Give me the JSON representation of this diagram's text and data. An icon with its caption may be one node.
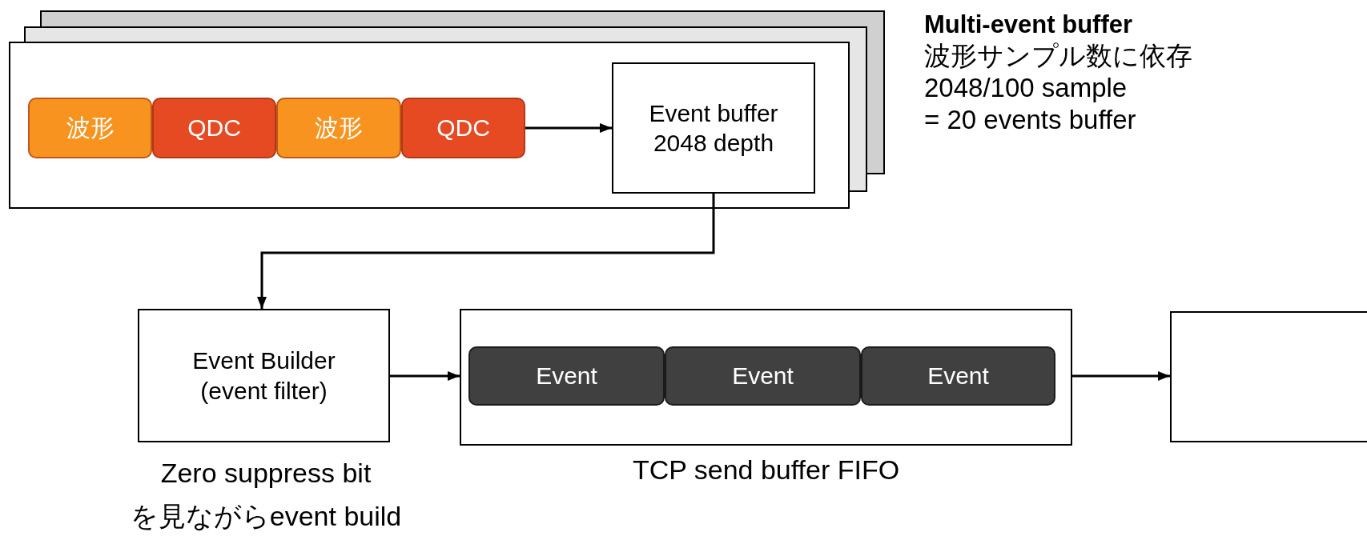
{
  "diagram": {
    "nodes": [
      {
        "text": [
          "Multi-event buffer"
        ],
        "beside": [
          "波形サンプル数に依存",
          "2048/100 sample",
          "= 20 events buffer"
        ]
      },
      {
        "text": [
          "波形"
        ],
        "in": 0
      },
      {
        "text": [
          "QDC"
        ],
        "in": 0
      },
      {
        "text": [
          "波形"
        ],
        "in": 0
      },
      {
        "text": [
          "QDC"
        ],
        "in": 0
      },
      {
        "text": [
          "Event buffer 2048 depth"
        ],
        "in": 0
      },
      {
        "text": [
          "Event Builder (event filter)"
        ],
        "beside": [
          "Zero suppress bit を見ながらevent build"
        ]
      },
      {
        "text": [],
        "shape": "box",
        "beside": [
          "TCP send buffer FIFO"
        ]
      },
      {
        "text": [
          "Event"
        ],
        "in": 7
      },
      {
        "text": [
          "Event"
        ],
        "in": 7
      },
      {
        "text": [
          "Event"
        ],
        "in": 7
      },
      {
        "text": [],
        "shape": "box"
      }
    ],
    "edges": [
      {
        "from": 4,
        "to": 5,
        "arrow": "to"
      },
      {
        "from": 5,
        "to": 6,
        "arrow": "to"
      },
      {
        "from": 6,
        "to": 7,
        "arrow": "to"
      },
      {
        "from": 7,
        "to": 11,
        "arrow": "to"
      }
    ]
  }
}
